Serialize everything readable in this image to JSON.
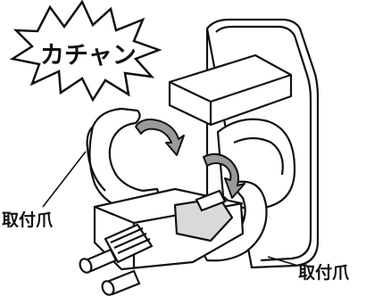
{
  "burst_text": "カチャン",
  "labels": {
    "left": "取付爪",
    "right": "取付爪"
  },
  "colors": {
    "line": "#111111",
    "fill": "#ffffff",
    "shade": "#d9d9d9",
    "arrow": "#9a9a9a"
  }
}
